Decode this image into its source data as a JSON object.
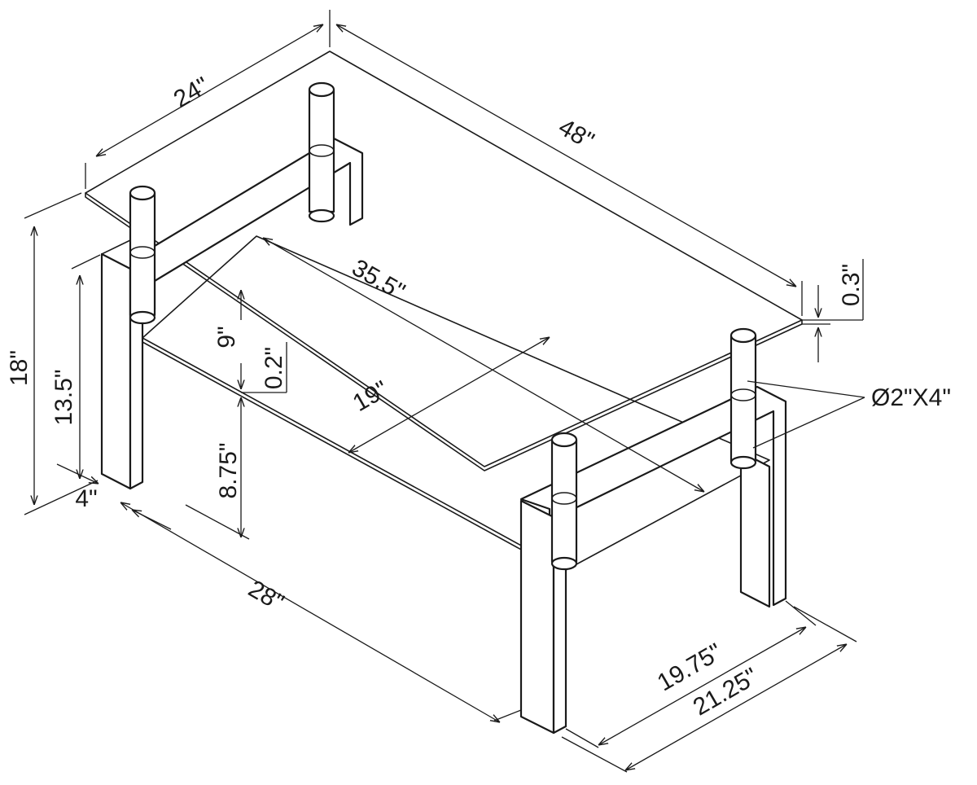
{
  "dimensions": {
    "width_top": "24\"",
    "length_top": "48\"",
    "height_total": "18\"",
    "leg_height": "13.5\"",
    "shelf_gap": "9\"",
    "shelf_thickness": "0.2\"",
    "shelf_height": "8.75\"",
    "glass_thickness": "0.3\"",
    "leg_width": "4\"",
    "base_length": "28\"",
    "shelf_length": "35.5\"",
    "shelf_depth": "19\"",
    "inner_depth": "19.75\"",
    "outer_depth": "21.25\"",
    "post_spec": "Ø2\"X4\""
  },
  "colors": {
    "line": "#1a1a1a",
    "background": "#ffffff"
  }
}
